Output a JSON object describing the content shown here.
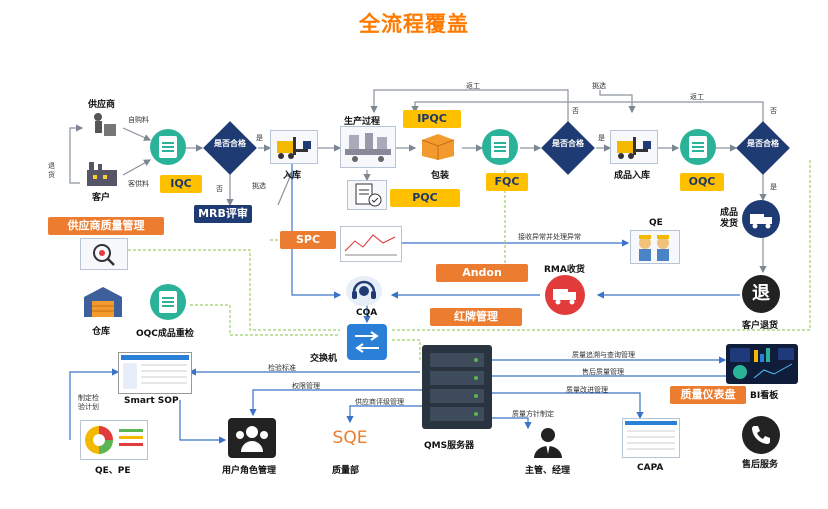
{
  "title": "全流程覆盖",
  "labels": {
    "supplier": "供应商",
    "customer": "客户",
    "self_purchase": "自购料",
    "customer_supplied": "客供料",
    "return": "退货",
    "iqc": "IQC",
    "is_qualified": "是否合格",
    "yes": "是",
    "no": "否",
    "pick": "挑选",
    "mrb": "MRB评审",
    "storage_in": "入库",
    "production": "生产过程",
    "ipqc": "IPQC",
    "pack": "包装",
    "pqc": "PQC",
    "fqc": "FQC",
    "finished_in": "成品入库",
    "oqc": "OQC",
    "ship": "成品发货",
    "rework": "返工",
    "spc": "SPC",
    "andon": "Andon",
    "qe": "QE",
    "rma": "RMA收货",
    "return_goods": "退",
    "customer_return": "客户退货",
    "red_card": "红牌管理",
    "cqa": "CQA",
    "switch": "交换机",
    "supplier_qm": "供应商质量管理",
    "warehouse": "仓库",
    "oqc_recheck": "OQC成品重检",
    "smart_sop": "Smart SOP",
    "qe_pe": "QE、PE",
    "make_plan": "制定检验计划",
    "user_role": "用户角色管理",
    "sqe": "SQE",
    "quality_dept": "质量部",
    "qms": "QMS服务器",
    "manager": "主管、经理",
    "capa": "CAPA",
    "bi": "BI看板",
    "after_sales": "售后服务",
    "quality_dashboard": "质量仪表盘",
    "receive_exception": "接收异常并处理异常",
    "inspect_std": "检验标准",
    "perm_mgmt": "权限管理",
    "supplier_eval": "供应商评级管理",
    "quality_policy": "质量方针制定",
    "trace": "质量追溯与查询管理",
    "after_sales_mgmt": "售后质量管理",
    "improve": "质量改进管理"
  },
  "colors": {
    "title": "#ff7a00",
    "navy": "#1f3b73",
    "yellow": "#ffc000",
    "orange": "#ec7d30",
    "teal": "#2bb39a",
    "line_gray": "#9aa3ad",
    "line_blue": "#3a73c8",
    "line_green": "#9fcf6a"
  }
}
